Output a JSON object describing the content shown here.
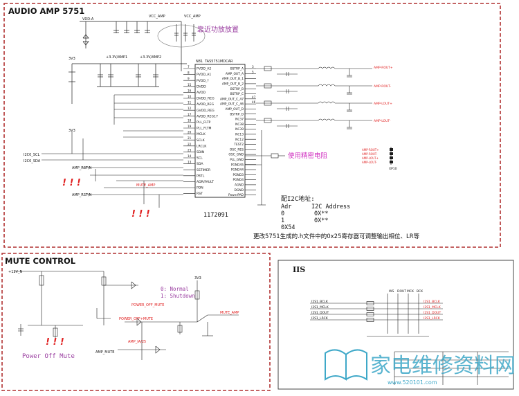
{
  "sections": {
    "audio_amp": {
      "title": "AUDIO AMP  5751",
      "note_place": "靠近功放放置",
      "note_resistor": "使用精密电阻",
      "ic_ref": "N81",
      "ic_part": "TAS5751MDCAR",
      "ic_number": "1172091",
      "i2c_title": "配I2C地址:",
      "i2c_headers": [
        "Adr",
        "I2C Address"
      ],
      "i2c_rows": [
        [
          "0",
          "0X**"
        ],
        [
          "1",
          "0X**"
        ]
      ],
      "i2c_extra": "0X54",
      "footnote": "更改5751生成的.h文件中的0x25寄存器可调整输出相位、LR等",
      "warn_marks": [
        "! ! !",
        "! ! !"
      ]
    },
    "mute": {
      "title": "MUTE CONTROL",
      "legend_0": "0: Normal",
      "legend_1": "1: Shutdown",
      "power_off_mute": "Power Off Mute",
      "warn_mark": "! ! !"
    },
    "iis": {
      "title": "IIS"
    }
  },
  "rail_labels": [
    "VDD-A",
    "VCC_AMP",
    "VCC_AMP",
    "3V3",
    "+3.3V/AMP1",
    "+3.3V/AMP2",
    "+12V_N",
    "3V3"
  ],
  "left_pins": [
    {
      "pin": "7",
      "name": "PVDD_A2"
    },
    {
      "pin": "8",
      "name": "PVDD_A1"
    },
    {
      "pin": "9",
      "name": "PVDD_?"
    },
    {
      "pin": "15",
      "name": "DVDD"
    },
    {
      "pin": "16",
      "name": "AVDD"
    },
    {
      "pin": "10",
      "name": "DVDD_REG"
    },
    {
      "pin": "11",
      "name": "AVDD_REG"
    },
    {
      "pin": "12",
      "name": "GVDD_REG"
    },
    {
      "pin": "17",
      "name": "AVDD_REG17"
    },
    {
      "pin": "18",
      "name": "PLL_FLTP"
    },
    {
      "pin": "19",
      "name": "PLL_FLTM"
    },
    {
      "pin": "20",
      "name": "MCLK"
    },
    {
      "pin": "21",
      "name": "SCLK"
    },
    {
      "pin": "22",
      "name": "LRCLK"
    },
    {
      "pin": "23",
      "name": "SDIN"
    },
    {
      "pin": "14",
      "name": "SCL"
    },
    {
      "pin": "13",
      "name": "SDA"
    },
    {
      "pin": "",
      "name": "SSTIMER"
    },
    {
      "pin": "",
      "name": "PBTL"
    },
    {
      "pin": "",
      "name": "ADR/FAULT"
    },
    {
      "pin": "",
      "name": "PDN"
    },
    {
      "pin": "",
      "name": "RST"
    }
  ],
  "right_pins": [
    {
      "pin": "3",
      "name": "BSTRP_A"
    },
    {
      "pin": "5",
      "name": "AMP_OUT_A"
    },
    {
      "pin": "",
      "name": "AMP_OUT_B_1"
    },
    {
      "pin": "",
      "name": "AMP_OUT_B_2"
    },
    {
      "pin": "",
      "name": "BSTRP_B"
    },
    {
      "pin": "",
      "name": "BSTRP_C"
    },
    {
      "pin": "47",
      "name": "AMP_OUT_C_47"
    },
    {
      "pin": "46",
      "name": "AMP_OUT_C_46"
    },
    {
      "pin": "",
      "name": "AMP_OUT_D"
    },
    {
      "pin": "",
      "name": "BSTRP_D"
    },
    {
      "pin": "",
      "name": "NC37"
    },
    {
      "pin": "",
      "name": "NC38"
    },
    {
      "pin": "",
      "name": "NC39"
    },
    {
      "pin": "",
      "name": "NC13"
    },
    {
      "pin": "",
      "name": "NC12"
    },
    {
      "pin": "",
      "name": "TEST2"
    },
    {
      "pin": "",
      "name": "OSC_RES"
    },
    {
      "pin": "",
      "name": "OSC_GND"
    },
    {
      "pin": "",
      "name": "PLL_GND"
    },
    {
      "pin": "",
      "name": "PGND45"
    },
    {
      "pin": "",
      "name": "PGND44"
    },
    {
      "pin": "",
      "name": "PGND3"
    },
    {
      "pin": "",
      "name": "PGND4"
    },
    {
      "pin": "",
      "name": "AGND"
    },
    {
      "pin": "",
      "name": "DGND"
    },
    {
      "pin": "",
      "name": "PowerPAD"
    }
  ],
  "nets_left": [
    "I2C0_SCL",
    "I2C0_SDA",
    "AMP_RST/N",
    "MUTE_AMP",
    "AMP_RST/N"
  ],
  "nets_right": [
    "AMP-ROUT+",
    "AMP-ROUT-",
    "AMP-LOUT+",
    "AMP-LOUT-"
  ],
  "connector": {
    "ref": "XP10",
    "pins": [
      "AMP-ROUT+",
      "AMP-ROUT-",
      "AMP-LOUT+",
      "AMP-LOUT-"
    ]
  },
  "iis_signals": [
    "I2S1_BCLK",
    "I2S1_MCLK",
    "I2S1_DOUT",
    "I2S1_LRCK"
  ],
  "iis_top": [
    "WS",
    "DOUT",
    "MCK",
    "BCK"
  ],
  "mute_nets": [
    "POWER_OFF_MUTE",
    "POWER_OFF+MUTE",
    "MUTE_AMP",
    "AMP_MUTE",
    "AMP_IA/25"
  ],
  "watermark": {
    "text": "家电维修资料网",
    "url": "www.520101.com"
  },
  "colors": {
    "border": "#b03030",
    "wire": "#1c1c1c",
    "net": "#e02020",
    "note_purple": "#9a3ea0",
    "note_magenta": "#d030c0",
    "watermark": "#3ea8c8"
  }
}
